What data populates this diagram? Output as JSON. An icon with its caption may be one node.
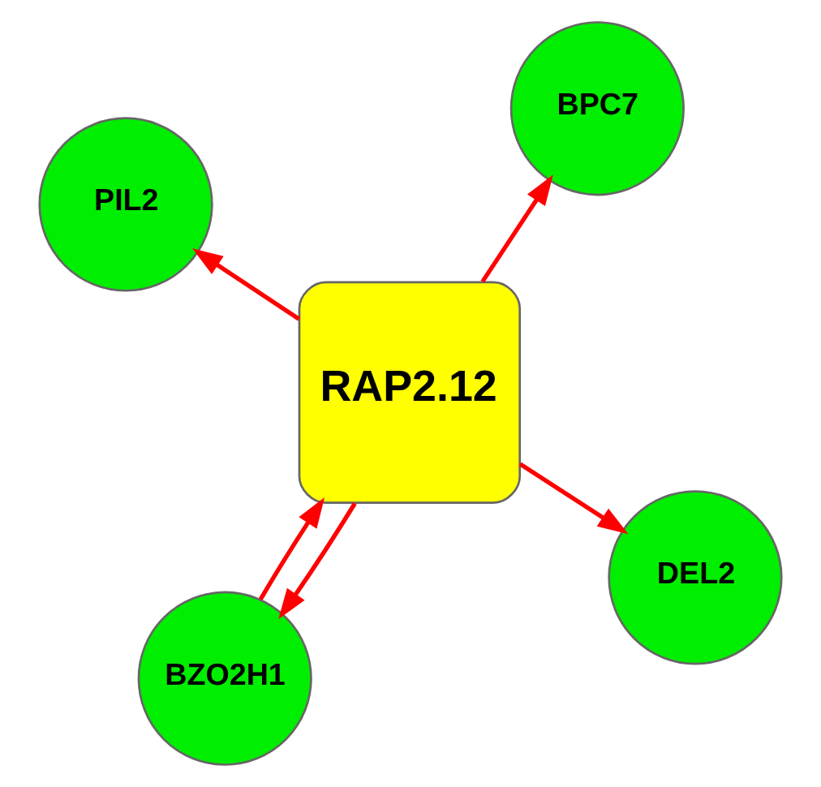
{
  "diagram": {
    "nodes": [
      {
        "text": [
          "RAP2.12"
        ]
      },
      {
        "text": [
          "DEL2"
        ]
      },
      {
        "text": [
          "BZO2H1"
        ]
      },
      {
        "text": [
          "PIL2"
        ]
      },
      {
        "text": [
          "BPC7"
        ]
      }
    ],
    "edges": [
      {
        "from": 0,
        "to": 1,
        "arrow": "to"
      },
      {
        "from": 0,
        "to": 2,
        "arrow": "to"
      },
      {
        "from": 2,
        "to": 0,
        "arrow": "to"
      },
      {
        "from": 0,
        "to": 3,
        "arrow": "to"
      },
      {
        "from": 0,
        "to": 4,
        "arrow": "to"
      }
    ]
  }
}
